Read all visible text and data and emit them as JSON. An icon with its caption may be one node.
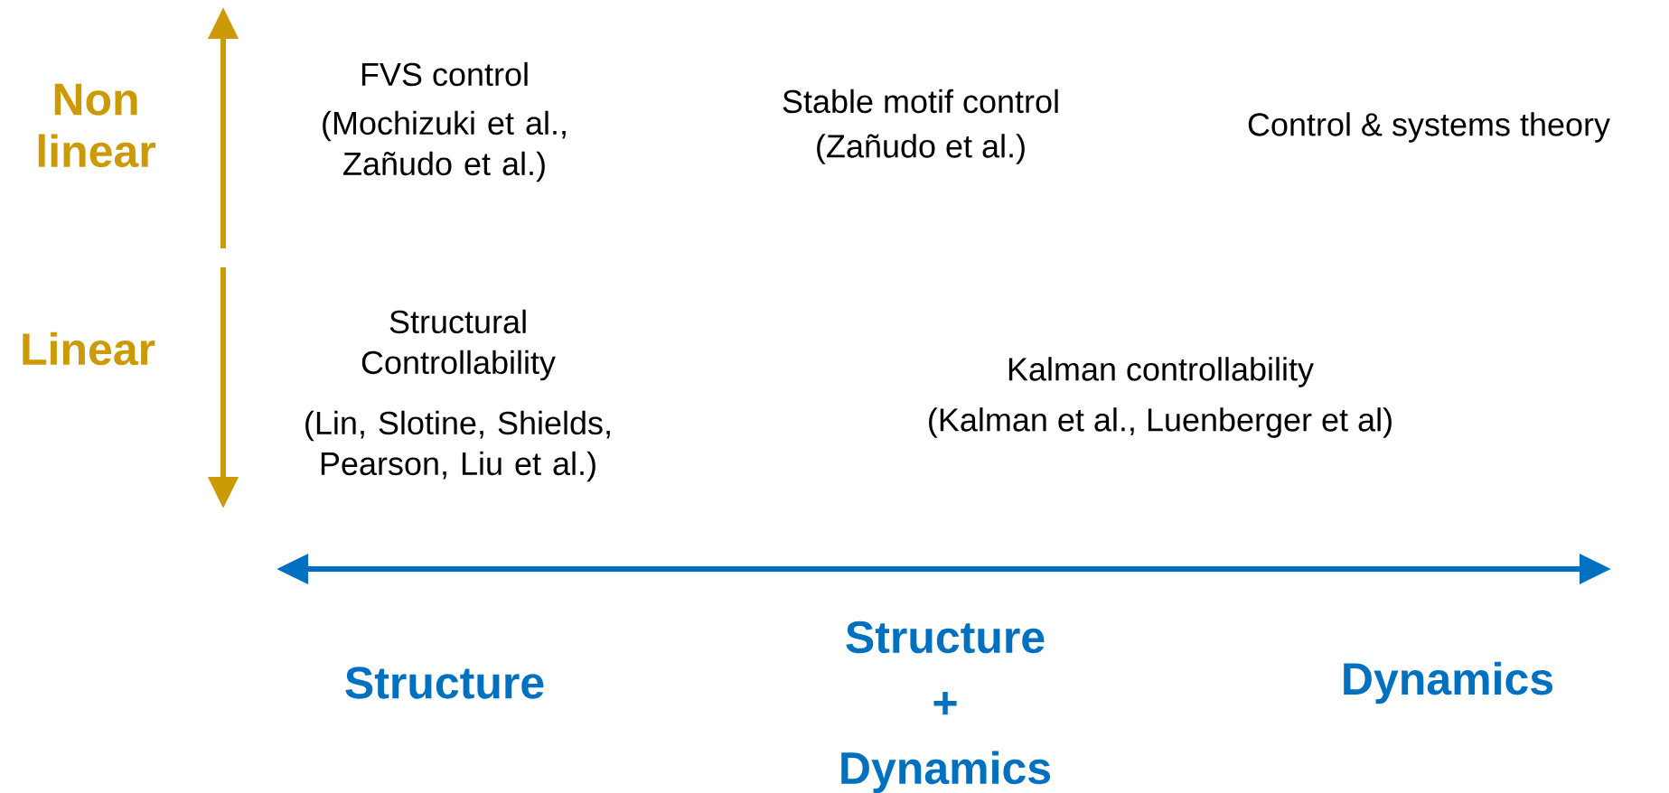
{
  "diagram": {
    "labels": [
      "Non linear",
      "FVS control",
      "(Mochizuki et al., Zañudo et al.)",
      "Stable motif control",
      "(Zañudo et al.)",
      "Control & systems theory",
      "Linear",
      "Structural Controllability",
      "(Lin, Slotine, Shields, Pearson, Liu et al.)",
      "Kalman controllability",
      "(Kalman et al., Luenberger et al)",
      "Structure",
      "Structure + Dynamics",
      "Dynamics"
    ]
  }
}
